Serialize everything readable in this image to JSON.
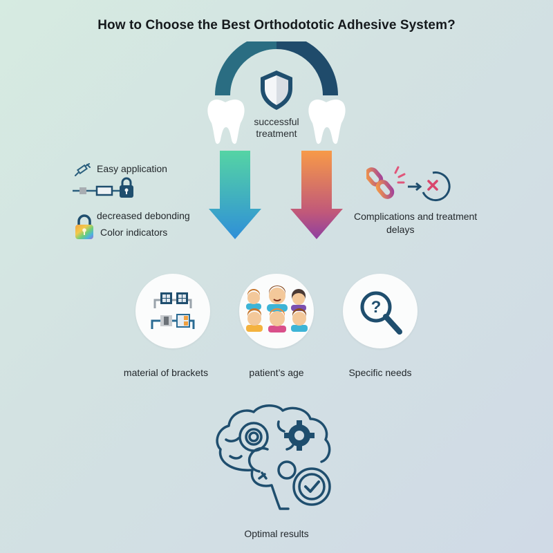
{
  "title": "How to Choose the Best Orthodototic Adhesive System?",
  "center": {
    "label_line1": "successful",
    "label_line2": "treatment",
    "icon": "shield-icon"
  },
  "left_benefits": {
    "items": [
      {
        "icon": "syringe-icon",
        "label": "Easy application"
      },
      {
        "icon": "bracket-lock-icon",
        "label": ""
      },
      {
        "icon": "rainbow-lock-icon",
        "label": "decreased debonding"
      },
      {
        "icon": "",
        "label": "Color indicators"
      }
    ]
  },
  "right_risks": {
    "icon": "broken-chain-icon",
    "label_line1": "Complications and treatment",
    "label_line2": "delays"
  },
  "arrows": [
    {
      "name": "good-outcome-arrow",
      "color_top": "#55d4a4",
      "color_bottom": "#2f8fd8"
    },
    {
      "name": "bad-outcome-arrow",
      "color_top": "#f79a48",
      "color_bottom": "#8e3fa0"
    }
  ],
  "factors": [
    {
      "icon": "brackets-icon",
      "label": "material of brackets"
    },
    {
      "icon": "people-icon",
      "label": "patient’s age"
    },
    {
      "icon": "magnifier-question-icon",
      "label": "Specific needs"
    }
  ],
  "result": {
    "icon": "brain-gears-icon",
    "label": "Optimal results"
  },
  "colors": {
    "primary_dark": "#1f4e6e",
    "primary_teal": "#2a6b80",
    "background_top": "#d6ebe1",
    "background_bottom": "#d0dae6"
  }
}
